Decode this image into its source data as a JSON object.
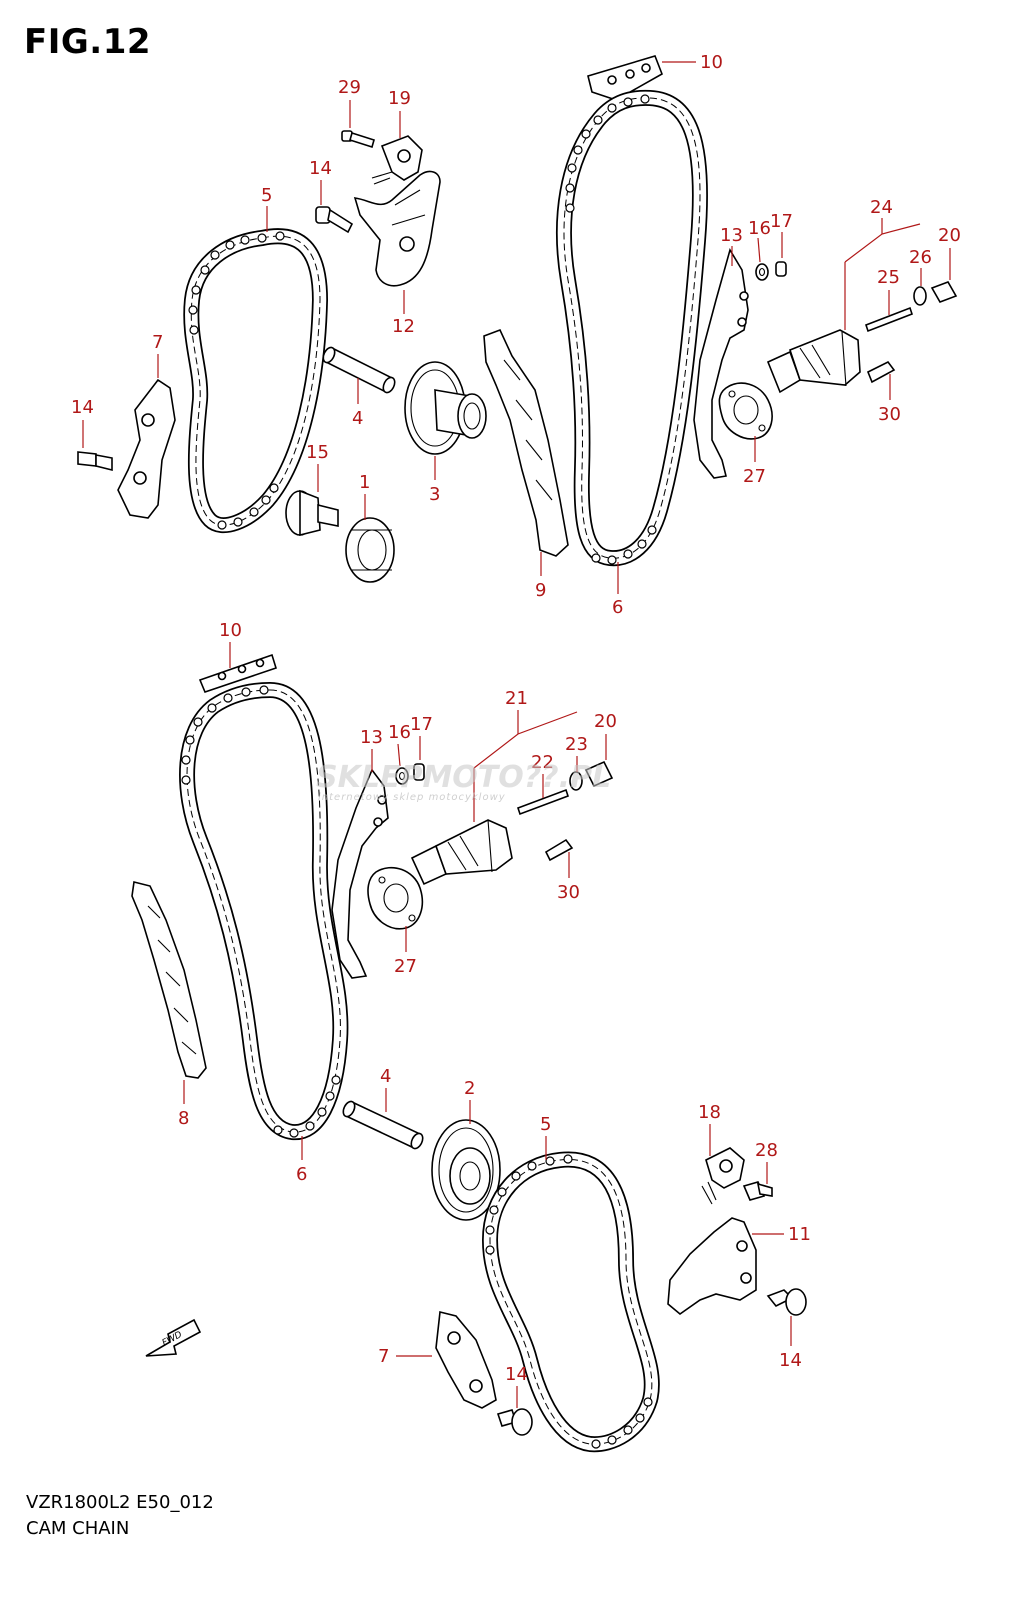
{
  "figure": {
    "title": "FIG.12",
    "model_code": "VZR1800L2 E50_012",
    "section_name": "CAM CHAIN",
    "fwd_label": "FWD"
  },
  "watermark": {
    "brand": "SKLEPMOTO??.PL",
    "tagline": "internetowy sklep motocyklowy"
  },
  "colors": {
    "callout": "#b01818",
    "line_art": "#000000",
    "background": "#ffffff"
  },
  "callouts": {
    "c29a": "29",
    "c19": "19",
    "c14a": "14",
    "c5a": "5",
    "c12": "12",
    "c7a": "7",
    "c14b": "14",
    "c4a": "4",
    "c15": "15",
    "c1": "1",
    "c3": "3",
    "c10a": "10",
    "c9": "9",
    "c6a": "6",
    "c13a": "13",
    "c16a": "16",
    "c17a": "17",
    "c24": "24",
    "c20a": "20",
    "c25": "25",
    "c26": "26",
    "c30a": "30",
    "c27a": "27",
    "c10b": "10",
    "c21": "21",
    "c20b": "20",
    "c13b": "13",
    "c16b": "16",
    "c17b": "17",
    "c22": "22",
    "c23": "23",
    "c30b": "30",
    "c27b": "27",
    "c8": "8",
    "c6b": "6",
    "c4b": "4",
    "c2": "2",
    "c5b": "5",
    "c18": "18",
    "c28": "28",
    "c11": "11",
    "c7b": "7",
    "c14c": "14",
    "c14d": "14"
  }
}
